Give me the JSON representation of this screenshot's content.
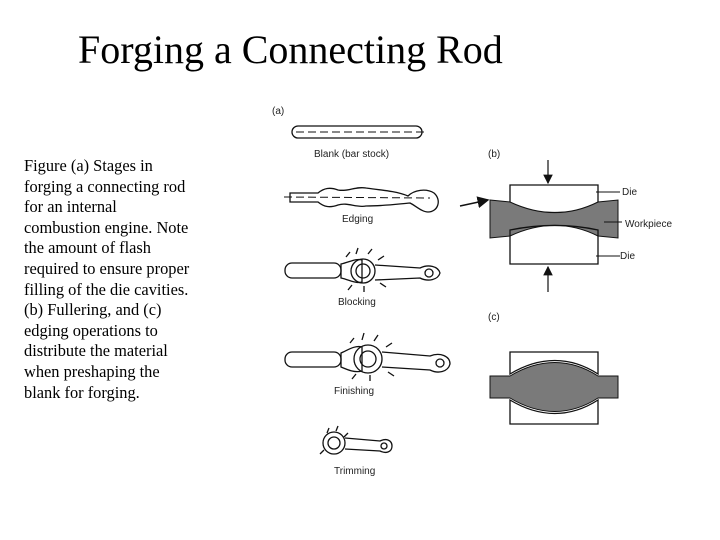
{
  "title": "Forging a Connecting Rod",
  "caption_lines": [
    "Figure (a) Stages in",
    "forging a connecting rod",
    "for an internal",
    "combustion engine.  Note",
    "the amount of flash",
    "required to ensure proper",
    "filling of the die cavities.",
    "(b) Fullering, and (c)",
    "edging operations to",
    "distribute the material",
    "when preshaping the",
    "blank for forging."
  ],
  "figure": {
    "part_a": "(a)",
    "part_b": "(b)",
    "part_c": "(c)",
    "stages": [
      "Blank  (bar  stock)",
      "Edging",
      "Blocking",
      "Finishing",
      "Trimming"
    ],
    "die_labels": {
      "die_top": "Die",
      "workpiece": "Workpiece",
      "die_bottom": "Die"
    }
  },
  "colors": {
    "workpiece": "#7a7a7a",
    "die": "#f2f2f2",
    "text": "#000000"
  }
}
